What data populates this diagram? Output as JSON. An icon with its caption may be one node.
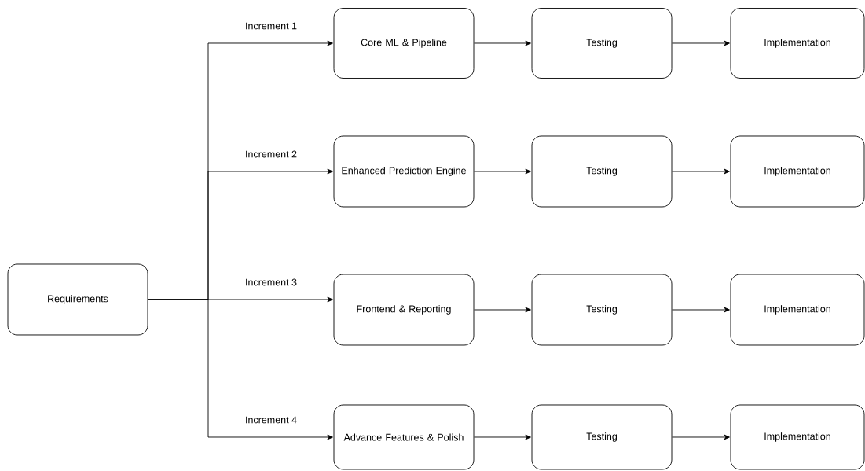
{
  "diagram": {
    "nodes": [
      {
        "text": [
          "Requirements"
        ]
      },
      {
        "text": [
          "Core ML & Pipeline"
        ]
      },
      {
        "text": [
          "Testing"
        ]
      },
      {
        "text": [
          "Implementation"
        ]
      },
      {
        "text": [
          "Enhanced Prediction Engine"
        ]
      },
      {
        "text": [
          "Testing"
        ]
      },
      {
        "text": [
          "Implementation"
        ]
      },
      {
        "text": [
          "Frontend & Reporting"
        ]
      },
      {
        "text": [
          "Testing"
        ]
      },
      {
        "text": [
          "Implementation"
        ]
      },
      {
        "text": [
          "Advance Features & Polish"
        ]
      },
      {
        "text": [
          "Testing"
        ]
      },
      {
        "text": [
          "Implementation"
        ]
      }
    ],
    "edges": [
      {
        "from": 0,
        "to": 1,
        "arrow": "to",
        "label": "Increment 1"
      },
      {
        "from": 1,
        "to": 2,
        "arrow": "to"
      },
      {
        "from": 2,
        "to": 3,
        "arrow": "to"
      },
      {
        "from": 0,
        "to": 4,
        "arrow": "to",
        "label": "Increment 2"
      },
      {
        "from": 4,
        "to": 5,
        "arrow": "to"
      },
      {
        "from": 5,
        "to": 6,
        "arrow": "to"
      },
      {
        "from": 0,
        "to": 7,
        "arrow": "to",
        "label": "Increment 3"
      },
      {
        "from": 7,
        "to": 8,
        "arrow": "to"
      },
      {
        "from": 8,
        "to": 9,
        "arrow": "to"
      },
      {
        "from": 0,
        "to": 10,
        "arrow": "to",
        "label": "Increment 4"
      },
      {
        "from": 10,
        "to": 11,
        "arrow": "to"
      },
      {
        "from": 11,
        "to": 12,
        "arrow": "to"
      }
    ]
  }
}
